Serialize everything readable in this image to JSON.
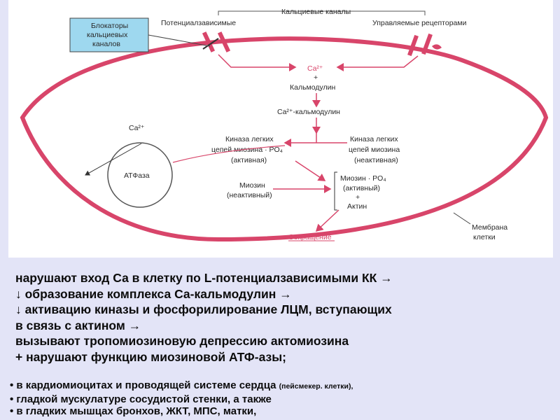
{
  "diagram": {
    "calcium_channels": "Кальциевые каналы",
    "voltage_dependent": "Потенциалзависимые",
    "receptor_operated": "Управляемые рецепторами",
    "blockers": [
      "Блокаторы",
      "кальциевых",
      "каналов"
    ],
    "ca_top": "Ca²⁺",
    "plus1": "+",
    "calmodulin": "Кальмодулин",
    "ca_calmodulin": "Ca²⁺-кальмодулин",
    "mlck_active": [
      "Киназа легких",
      "цепей миозина · PO₄",
      "(активная)"
    ],
    "mlck_inactive": [
      "Киназа легких",
      "цепей миозина",
      "(неактивная)"
    ],
    "myosin_inactive": [
      "Миозин",
      "(неактивный)"
    ],
    "myosin_active": [
      "Миозин · PO₄",
      "(активный)",
      "+",
      "Актин"
    ],
    "contraction": "Сокращение",
    "ca_left": "Ca²⁺",
    "atpase": "АТФаза",
    "membrane": [
      "Мембрана",
      "клетки"
    ],
    "colors": {
      "membrane": "#d8456a",
      "blockers_box": "#9ed8ef",
      "arrows": "#d8456a"
    }
  },
  "text_lines": [
    "нарушают вход Са в клетку по L-потенциалзависимыми КК →",
    "↓ образование комплекса Са-кальмодулин  →",
    "↓ активацию киназы и фосфорилирование ЛЦМ, вступающих",
    "в связь с актином →",
    " вызывают тропомиозиновую депрессию актомиозина",
    "+ нарушают функцию миозиновой АТФ-азы;"
  ],
  "bullets": [
    {
      "text": "• в кардиомиоцитах и проводящей системе сердца ",
      "note": "(пейсмекер. клетки),"
    },
    {
      "text": "• гладкой мускулатуре сосудистой стенки, а также",
      "note": ""
    },
    {
      "text": "• в гладких мышцах бронхов, ЖКТ, МПС, матки,",
      "note": ""
    }
  ]
}
